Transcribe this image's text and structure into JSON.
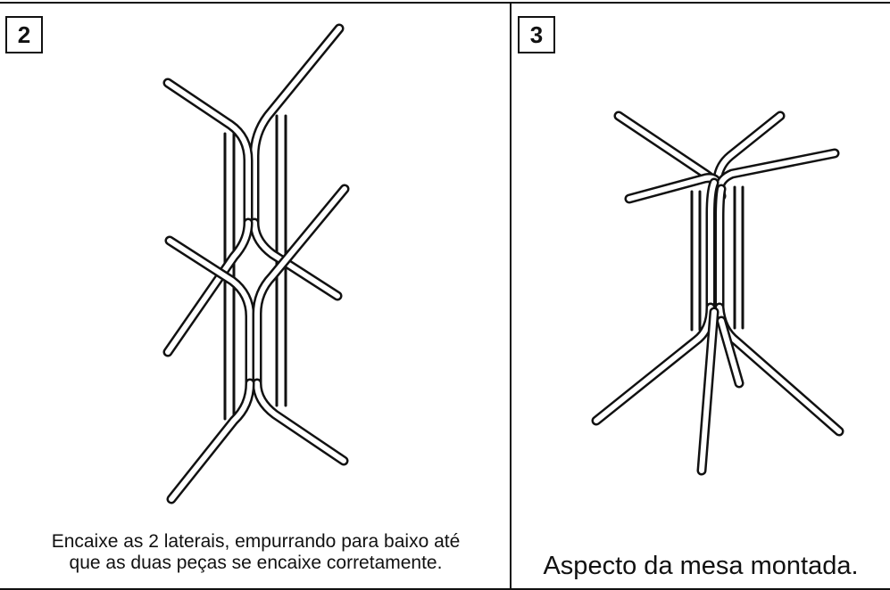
{
  "panels": [
    {
      "step": "2",
      "caption_line1": "Encaixe as 2 laterais, empurrando para baixo até",
      "caption_line2": "que as duas peças se encaixe corretamente."
    },
    {
      "step": "3",
      "caption": "Aspecto da mesa montada."
    }
  ],
  "colors": {
    "line": "#111111",
    "background": "#ffffff"
  }
}
